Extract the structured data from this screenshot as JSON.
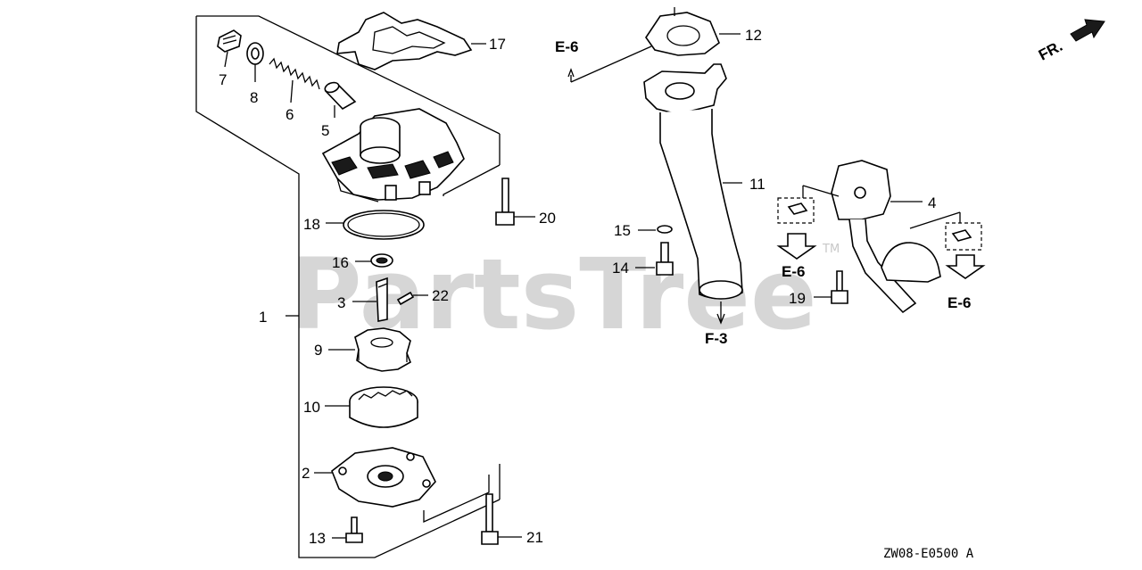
{
  "diagram": {
    "watermark": "PartsTree",
    "watermark_tm": "TM",
    "diagram_code": "ZW08-E0500 A",
    "direction_label": "FR.",
    "refs": {
      "e6_top": "E-6",
      "f3": "F-3",
      "e6_left": "E-6",
      "e6_right": "E-6"
    },
    "callouts": {
      "c1": "1",
      "c2": "2",
      "c3": "3",
      "c4": "4",
      "c5": "5",
      "c6": "6",
      "c7": "7",
      "c8": "8",
      "c9": "9",
      "c10": "10",
      "c11": "11",
      "c12": "12",
      "c13": "13",
      "c14": "14",
      "c15": "15",
      "c16": "16",
      "c17": "17",
      "c18": "18",
      "c19": "19",
      "c20": "20",
      "c21": "21",
      "c22": "22"
    }
  }
}
